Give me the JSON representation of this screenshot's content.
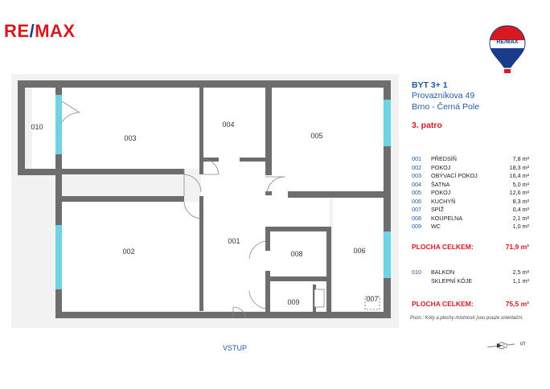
{
  "brand": {
    "logo_left": "RE",
    "logo_slash": "/",
    "logo_right": "MAX",
    "balloon_text": "RE/MAX",
    "red": "#d71920",
    "blue": "#1f5aa6"
  },
  "plan": {
    "rooms": [
      {
        "id": "010"
      },
      {
        "id": "003"
      },
      {
        "id": "004"
      },
      {
        "id": "005"
      },
      {
        "id": "001"
      },
      {
        "id": "002"
      },
      {
        "id": "008"
      },
      {
        "id": "006"
      },
      {
        "id": "009"
      },
      {
        "id": "007"
      }
    ],
    "entrance": "VSTUP",
    "window_color": "#6fd3e3",
    "wall_color": "#6d6d6d"
  },
  "info": {
    "title": "BYT 3+ 1",
    "street": "Provazníkova 49",
    "city": "Brno - Černá Pole",
    "floor": "3. patro",
    "rooms": [
      {
        "num": "001",
        "name": "PŘEDSÍŇ",
        "area": "7,8  m²"
      },
      {
        "num": "002",
        "name": "POKOJ",
        "area": "18,3  m²"
      },
      {
        "num": "003",
        "name": "OBÝVACÍ POKOJ",
        "area": "16,4  m²"
      },
      {
        "num": "004",
        "name": "ŠATNA",
        "area": "5,0  m²"
      },
      {
        "num": "005",
        "name": "POKOJ",
        "area": "12,6  m²"
      },
      {
        "num": "006",
        "name": "KUCHYŇ",
        "area": "8,3  m²"
      },
      {
        "num": "007",
        "name": "SPÍŽ",
        "area": "0,4  m²"
      },
      {
        "num": "008",
        "name": "KOUPELNA",
        "area": "2,1  m²"
      },
      {
        "num": "009",
        "name": "WC",
        "area": "1,0  m²"
      }
    ],
    "total1_label": "PLOCHA CELKEM:",
    "total1_value": "71,9 m²",
    "extras": [
      {
        "num": "010",
        "name": "BALKON",
        "area": "2,5  m²"
      },
      {
        "num": "",
        "name": "SKLEPNÍ KÓJE",
        "area": "1,1  m²"
      }
    ],
    "total2_label": "PLOCHA CELKEM:",
    "total2_value": "75,5 m²",
    "note": "Pozn.: Kóty a plochy místností jsou pouze orientační.",
    "compass_letter": "S"
  }
}
